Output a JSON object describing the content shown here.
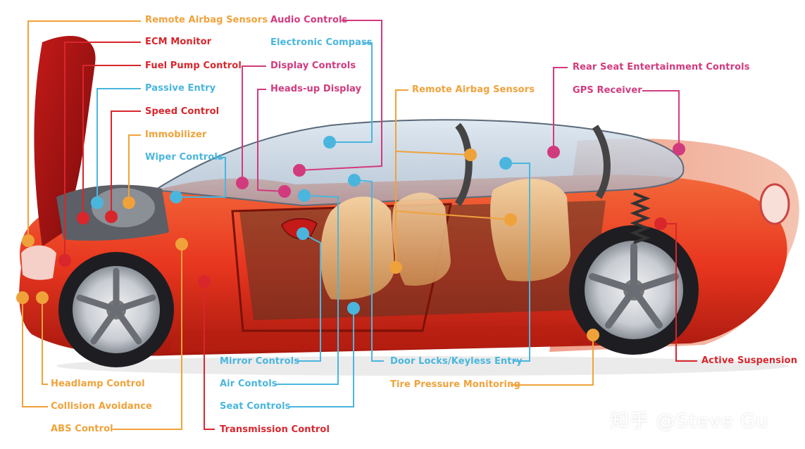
{
  "colors": {
    "orange": "#f0a23a",
    "red": "#d8262c",
    "cyan": "#4ab6de",
    "magenta": "#d23a7e",
    "car_body": "#e8361f"
  },
  "labels": [
    {
      "id": "remote-airbag-sensors-front",
      "text": "Remote Airbag Sensors",
      "color": "orange"
    },
    {
      "id": "ecm-monitor",
      "text": "ECM Monitor",
      "color": "red"
    },
    {
      "id": "fuel-pump-control",
      "text": "Fuel Pump Control",
      "color": "red"
    },
    {
      "id": "passive-entry",
      "text": "Passive Entry",
      "color": "cyan"
    },
    {
      "id": "speed-control",
      "text": "Speed Control",
      "color": "red"
    },
    {
      "id": "immobilizer",
      "text": "Immobilizer",
      "color": "orange"
    },
    {
      "id": "wiper-controls",
      "text": "Wiper Controls",
      "color": "cyan"
    },
    {
      "id": "audio-controls",
      "text": "Audio Controls",
      "color": "magenta"
    },
    {
      "id": "electronic-compass",
      "text": "Electronic Compass",
      "color": "cyan"
    },
    {
      "id": "display-controls",
      "text": "Display Controls",
      "color": "magenta"
    },
    {
      "id": "heads-up-display",
      "text": "Heads-up Display",
      "color": "magenta"
    },
    {
      "id": "remote-airbag-sensors-mid",
      "text": "Remote Airbag Sensors",
      "color": "orange"
    },
    {
      "id": "rear-seat-entertainment",
      "text": "Rear Seat Entertainment Controls",
      "color": "magenta"
    },
    {
      "id": "gps-receiver",
      "text": "GPS Receiver",
      "color": "magenta"
    },
    {
      "id": "headlamp-control",
      "text": "Headlamp Control",
      "color": "orange"
    },
    {
      "id": "collision-avoidance",
      "text": "Collision Avoidance",
      "color": "orange"
    },
    {
      "id": "abs-control",
      "text": "ABS Control",
      "color": "orange"
    },
    {
      "id": "mirror-controls",
      "text": "Mirror Controls",
      "color": "cyan"
    },
    {
      "id": "air-contols",
      "text": "Air Contols",
      "color": "cyan"
    },
    {
      "id": "seat-controls",
      "text": "Seat Controls",
      "color": "cyan"
    },
    {
      "id": "transmission-control",
      "text": "Transmission Control",
      "color": "red"
    },
    {
      "id": "door-locks-keyless",
      "text": "Door Locks/Keyless Entry",
      "color": "cyan"
    },
    {
      "id": "tire-pressure-monitoring",
      "text": "Tire Pressure Monitoring",
      "color": "orange"
    },
    {
      "id": "active-suspension",
      "text": "Active Suspension",
      "color": "red"
    }
  ],
  "watermark": "知乎 @Steve Gu"
}
